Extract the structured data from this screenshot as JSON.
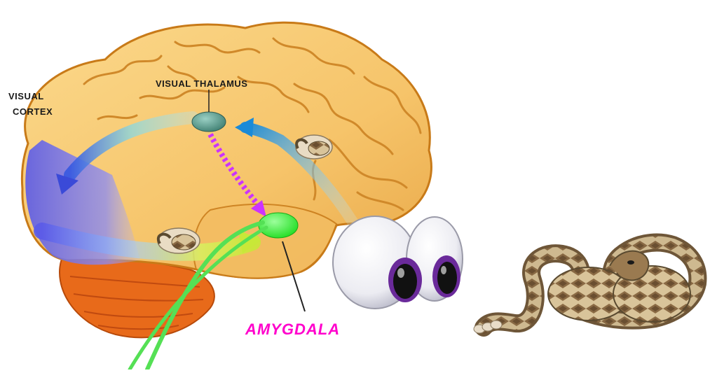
{
  "labels": {
    "visual_thalamus": "VISUAL THALAMUS",
    "visual_cortex_line1": "VISUAL",
    "visual_cortex_line2": "CORTEX",
    "amygdala": "AMYGDALA"
  },
  "colors": {
    "brain": "#f8c870",
    "brain_outline": "#c87a18",
    "cerebellum": "#e86a1a",
    "visual_cortex": "#6a6af0",
    "thalamus": "#5a9a8a",
    "amygdala": "#33e833",
    "amygdala_label": "#ff00cc",
    "direct_path": "#cc33ff",
    "snake_body": "#8a7050",
    "snake_pattern": "#d9c49a"
  },
  "icons": {
    "snake_image_1": "snake-thumbnail-icon",
    "snake_image_2": "snake-thumbnail-icon",
    "eyes": "eyes-icon",
    "rattlesnake": "rattlesnake-icon"
  }
}
